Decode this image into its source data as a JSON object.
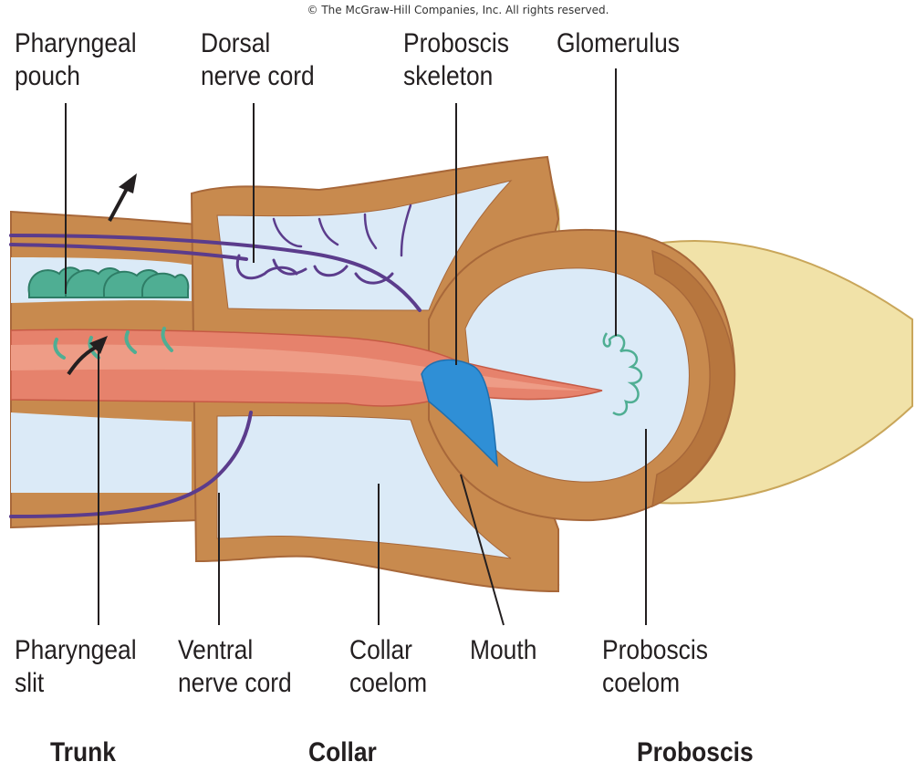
{
  "copyright": "© The McGraw-Hill Companies, Inc. All rights reserved.",
  "labels": {
    "pharyngeal_pouch": [
      "Pharyngeal",
      "pouch"
    ],
    "dorsal_nerve_cord": [
      "Dorsal",
      "nerve cord"
    ],
    "proboscis_skeleton": [
      "Proboscis",
      "skeleton"
    ],
    "glomerulus": [
      "Glomerulus"
    ],
    "pharyngeal_slit": [
      "Pharyngeal",
      "slit"
    ],
    "ventral_nerve_cord": [
      "Ventral",
      "nerve cord"
    ],
    "collar_coelom": [
      "Collar",
      "coelom"
    ],
    "mouth": [
      "Mouth"
    ],
    "proboscis_coelom": [
      "Proboscis",
      "coelom"
    ]
  },
  "regions": {
    "trunk": "Trunk",
    "collar": "Collar",
    "proboscis": "Proboscis"
  },
  "colors": {
    "body_wall": "#c88a4e",
    "coelom": "#dbeaf7",
    "proboscis_tissue": "#f1e2a8",
    "gut": "#e6826c",
    "nerve": "#5b3c8c",
    "pouch": "#4fae93",
    "skeleton": "#2f8fd6"
  }
}
